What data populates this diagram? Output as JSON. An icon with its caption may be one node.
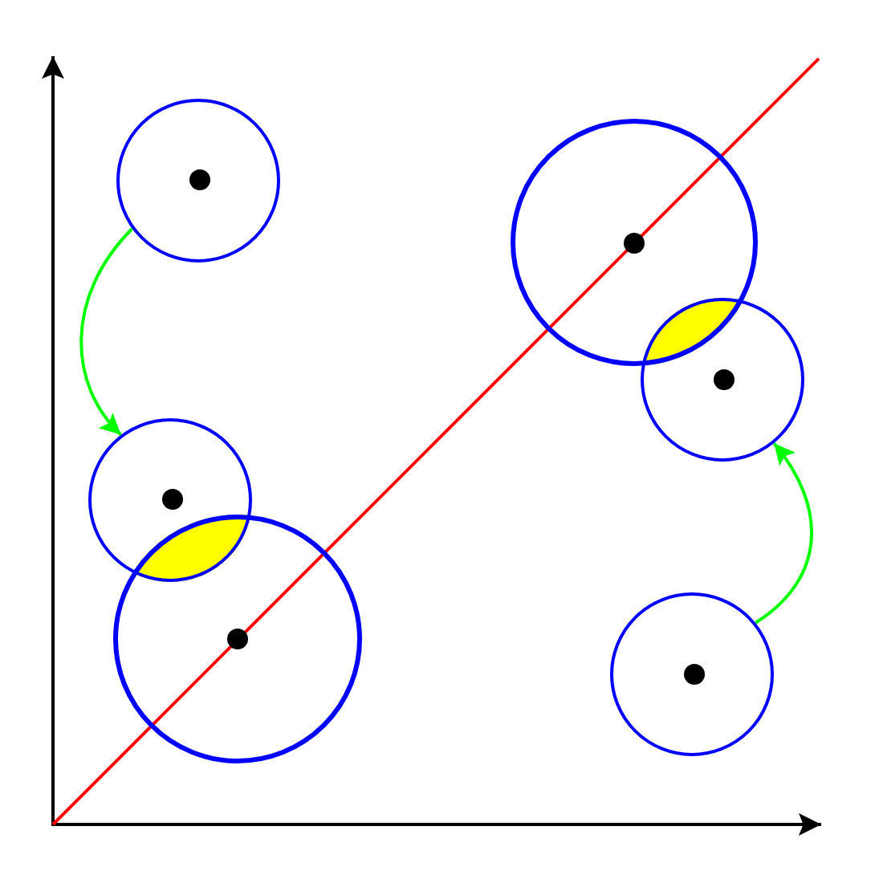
{
  "diagram": {
    "nodes": [
      {
        "text": [],
        "shape": "circle"
      },
      {
        "text": [],
        "shape": "circle"
      },
      {
        "text": [],
        "shape": "circle"
      },
      {
        "text": [],
        "shape": "circle"
      },
      {
        "text": [],
        "shape": "circle"
      },
      {
        "text": [],
        "shape": "circle"
      }
    ],
    "edges": [
      {
        "from": 0,
        "to": 3,
        "arrow": "to"
      },
      {
        "from": 5,
        "to": 2,
        "arrow": "to"
      }
    ]
  }
}
